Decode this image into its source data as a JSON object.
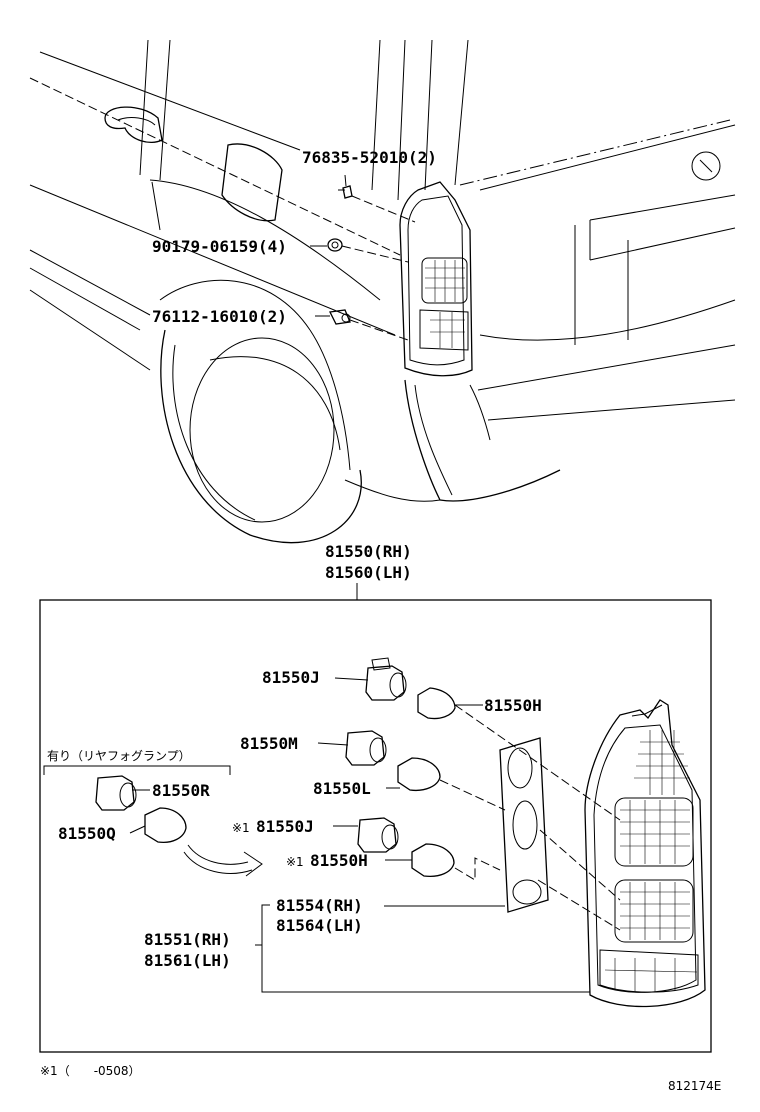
{
  "parts": {
    "p76835": "76835-52010(2)",
    "p90179": "90179-06159(4)",
    "p76112": "76112-16010(2)",
    "assy_rh": "81550(RH)",
    "assy_lh": "81560(LH)",
    "p81550J": "81550J",
    "p81550H": "81550H",
    "p81550M": "81550M",
    "p81550L": "81550L",
    "p81550R": "81550R",
    "p81550Q": "81550Q",
    "p81550J2": "81550J",
    "p81550H2": "81550H",
    "p81554": "81554(RH)",
    "p81564": "81564(LH)",
    "p81551": "81551(RH)",
    "p81561": "81561(LH)"
  },
  "notes": {
    "fog_lamp_option": "有り（リヤフォグランプ）",
    "mark1": "※1",
    "mark2": "※1",
    "footnote": "※1（　　-0508）",
    "drawing_number": "812174E"
  }
}
